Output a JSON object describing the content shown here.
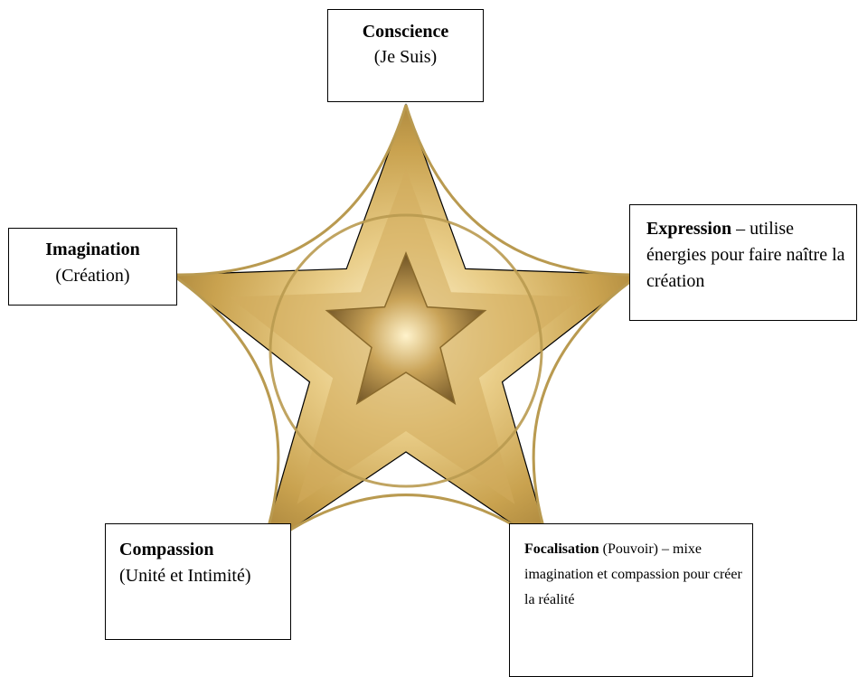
{
  "colors": {
    "gold_light": "#f6e3a8",
    "gold_mid": "#d1ac5c",
    "gold_dark": "#8a6a2c",
    "gold_line": "#b99a50",
    "outline": "#000000"
  },
  "nodes": {
    "top": {
      "title": "Conscience",
      "subtitle": "(Je Suis)"
    },
    "left": {
      "title": "Imagination",
      "subtitle": "(Création)"
    },
    "right": {
      "title": "Expression",
      "text": " – utilise énergies pour faire naître la création"
    },
    "bottom_left": {
      "title": "Compassion",
      "text": "(Unité et Intimité)"
    },
    "bottom_right": {
      "title": "Focalisation",
      "text": " (Pouvoir) – mixe  imagination et compassion pour créer la réalité"
    }
  }
}
